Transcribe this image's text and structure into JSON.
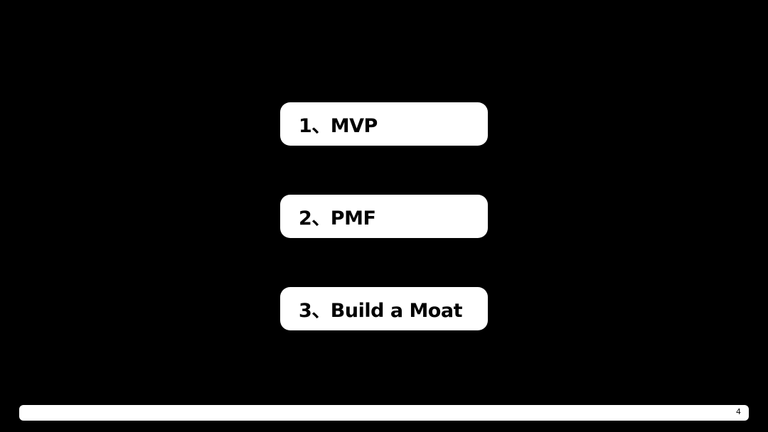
{
  "items": [
    {
      "label": "1、MVP"
    },
    {
      "label": "2、PMF"
    },
    {
      "label": "3、Build a Moat"
    }
  ],
  "footer": {
    "page_number": "4"
  },
  "colors": {
    "background": "#000000",
    "box": "#ffffff",
    "text": "#000000"
  }
}
